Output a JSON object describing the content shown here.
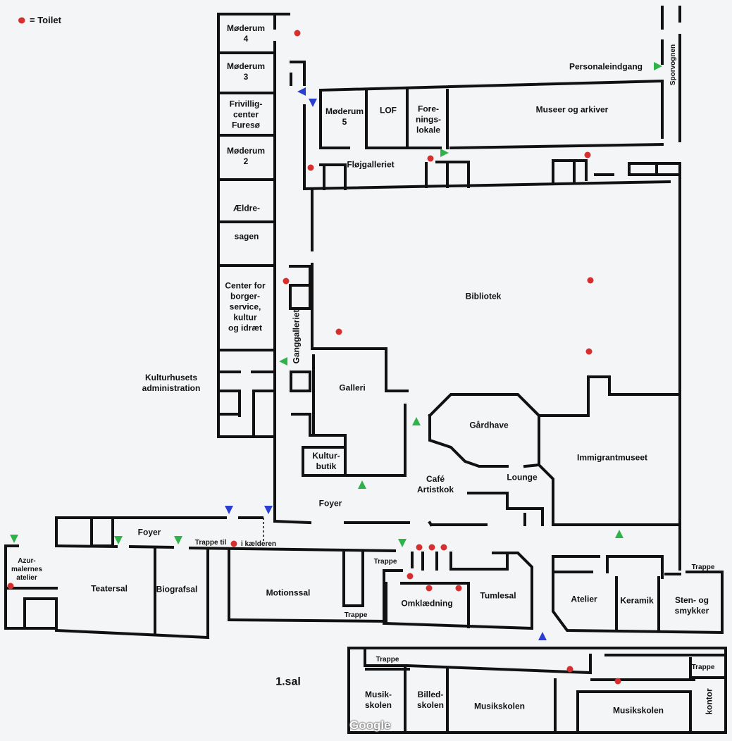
{
  "legend": {
    "label": "= Toilet",
    "toilet_color": "#d62f2f",
    "icon": "red-dot-icon"
  },
  "colors": {
    "wall": "#111111",
    "toilet": "#d62f2f",
    "entrance_green": "#2fb24a",
    "entrance_blue": "#2a3fd0"
  },
  "floor_label": "1.sal",
  "watermark": "Google",
  "rooms": {
    "moderum4": "Møderum\n4",
    "moderum3": "Møderum\n3",
    "frivillig": "Frivillig-\ncenter\nFuresø",
    "moderum2": "Møderum\n2",
    "aeldre1": "Ældre-",
    "aeldre2": "sagen",
    "center": "Center for\nborger-\nservice,\nkultur\nog idræt",
    "admin": "Kulturhusets\nadministration",
    "moderum5": "Møderum\n5",
    "lof": "LOF",
    "forenings": "Fore-\nnings-\nlokale",
    "museer": "Museer og arkiver",
    "personale": "Personaleindgang",
    "sporvognen": "Sporvognen",
    "flojgalleriet": "Fløjgalleriet",
    "bibliotek": "Bibliotek",
    "ganggalleriet": "Ganggalleriet",
    "galleri": "Galleri",
    "kulturbutik": "Kultur-\nbutik",
    "gardhave": "Gårdhave",
    "immigrant": "Immigrantmuseet",
    "lounge": "Lounge",
    "cafe": "Café\nArtistkok",
    "foyer_main": "Foyer",
    "foyer_left": "Foyer",
    "trappe_til": "Trappe til",
    "i_kaelderen": "i kælderen",
    "azur": "Azur-\nmalernes\natelier",
    "teatersal": "Teatersal",
    "biografsal": "Biografsal",
    "motionssal": "Motionssal",
    "trappe_a": "Trappe",
    "trappe_b": "Trappe",
    "omklaedning": "Omklædning",
    "tumlesal": "Tumlesal",
    "atelier": "Atelier",
    "keramik": "Keramik",
    "sten": "Sten- og\nsmykker",
    "trappe_c": "Trappe",
    "trappe_d": "Trappe",
    "trappe_e": "Trappe",
    "musik1": "Musik-\nskolen",
    "billed": "Billed-\nskolen",
    "musik2": "Musikskolen",
    "musik3": "Musikskolen",
    "kontor": "kontor"
  }
}
